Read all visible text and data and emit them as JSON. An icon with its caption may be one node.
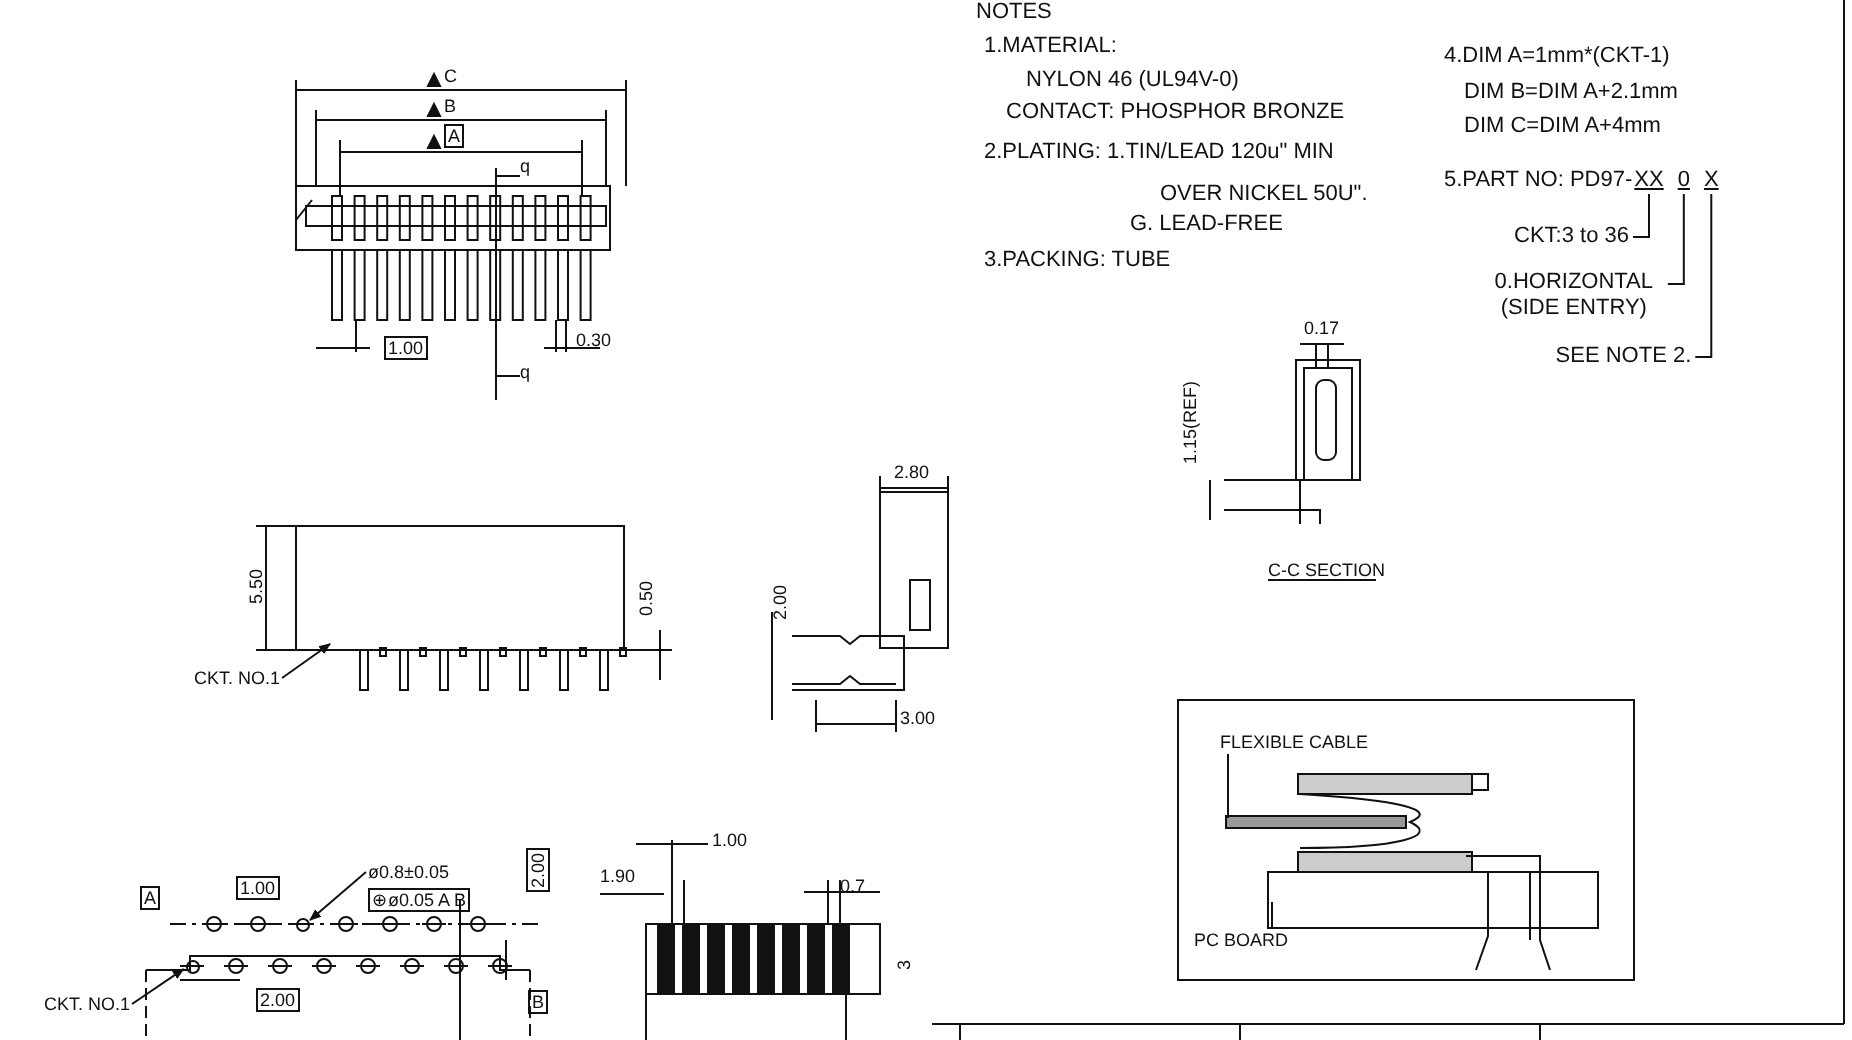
{
  "diagram": {
    "nodes": [
      {
        "text": [
          "CKT. NO.1"
        ]
      },
      {
        "text": [
          "CKT. NO.1"
        ]
      },
      {
        "text": [
          "ø0.8±0.05"
        ]
      },
      {
        "text": [
          "FLEXIBLE CABLE"
        ]
      },
      {
        "text": [
          "PC BOARD"
        ]
      },
      {
        "text": [
          "CKT:3 to 36"
        ]
      },
      {
        "text": [
          "0.HORIZONTAL (SIDE ENTRY)"
        ]
      },
      {
        "text": [
          "SEE NOTE 2."
        ]
      },
      {
        "text": [
          "XX"
        ]
      },
      {
        "text": [
          "0"
        ]
      },
      {
        "text": [
          "X"
        ]
      },
      {
        "text": [],
        "shape": "circle"
      },
      {
        "text": [],
        "shape": "circle"
      }
    ],
    "edges": [
      {
        "from": 0,
        "to": null,
        "arrow": "to"
      },
      {
        "from": 1,
        "to": 12,
        "arrow": "to"
      },
      {
        "from": 2,
        "to": 11,
        "arrow": "to"
      },
      {
        "from": 3,
        "to": null,
        "arrow": "none"
      },
      {
        "from": 4,
        "to": null,
        "arrow": "none"
      },
      {
        "from": 5,
        "to": 8,
        "arrow": "none"
      },
      {
        "from": 6,
        "to": 9,
        "arrow": "none"
      },
      {
        "from": 7,
        "to": 10,
        "arrow": "none"
      }
    ],
    "labels": [
      "NOTES",
      "1.MATERIAL:",
      "NYLON 46 (UL94V-0)",
      "CONTACT: PHOSPHOR BRONZE",
      "2.PLATING: 1.TIN/LEAD 120u\" MIN",
      "OVER NICKEL 50U\".",
      "G. LEAD-FREE",
      "3.PACKING: TUBE",
      "4.DIM A=1mm*(CKT-1)",
      "DIM B=DIM A+2.1mm",
      "DIM C=DIM A+4mm",
      "5.PART NO: PD97-",
      "C",
      "B",
      "A",
      "q",
      "1.00",
      "0.30",
      "q",
      "0.17",
      "1.15(REF)",
      "C-C SECTION",
      "5.50",
      "0.50",
      "2.80",
      "2.00",
      "3.00",
      "A",
      "1.00",
      "⊕ø0.05 A B",
      "2.00",
      "2.00",
      "B",
      "1.00",
      "1.90",
      "0.7",
      "3"
    ]
  }
}
